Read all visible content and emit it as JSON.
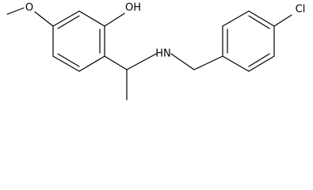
{
  "molecule": {
    "atom_labels": {
      "methoxy_oxygen": "O",
      "hydroxyl": "OH",
      "amine": "HN",
      "chlorine": "Cl"
    }
  }
}
